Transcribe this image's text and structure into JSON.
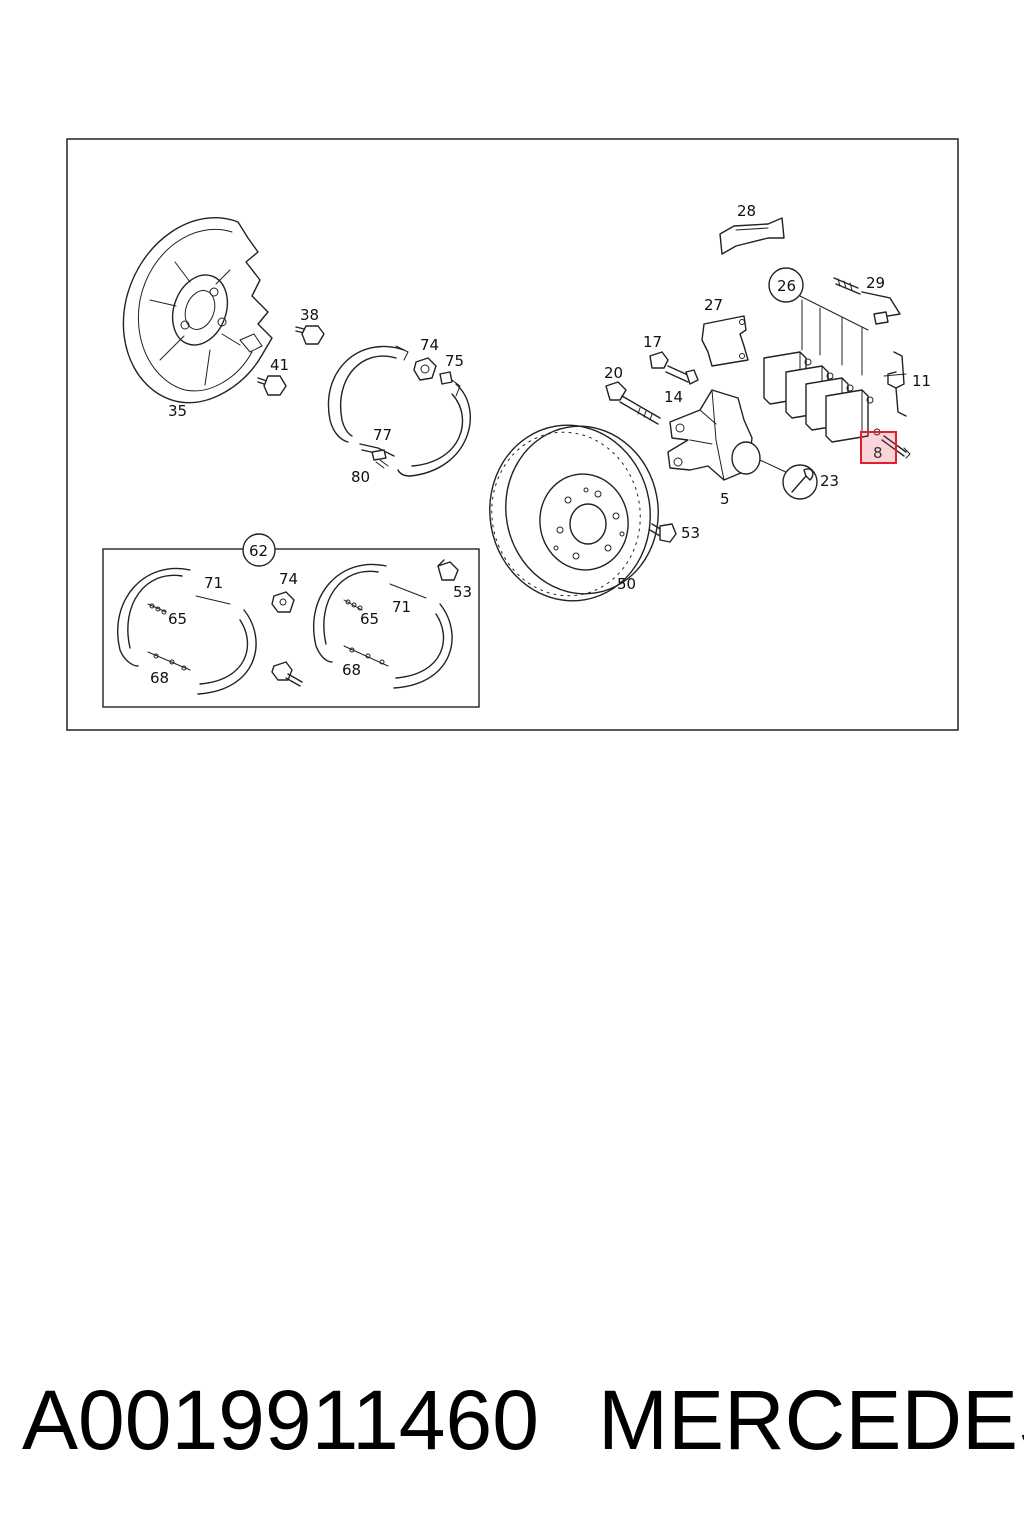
{
  "diagram": {
    "callouts": {
      "c35": "35",
      "c38": "38",
      "c41": "41",
      "c74a": "74",
      "c75": "75",
      "c77": "77",
      "c80": "80",
      "c28": "28",
      "c26": "26",
      "c29": "29",
      "c27": "27",
      "c17": "17",
      "c14": "14",
      "c20": "20",
      "c11": "11",
      "c8": "8",
      "c5": "5",
      "c23": "23",
      "c53a": "53",
      "c50": "50",
      "c62": "62",
      "c71a": "71",
      "c74b": "74",
      "c53b": "53",
      "c65a": "65",
      "c65b": "65",
      "c71b": "71",
      "c68a": "68",
      "c68b": "68"
    },
    "highlighted_part": "8"
  },
  "caption": {
    "part_number": "A0019911460",
    "brand": "MERCEDES"
  },
  "colors": {
    "line": "#222222",
    "highlight_fill": "#f8c6cc",
    "highlight_border": "#e02030"
  }
}
